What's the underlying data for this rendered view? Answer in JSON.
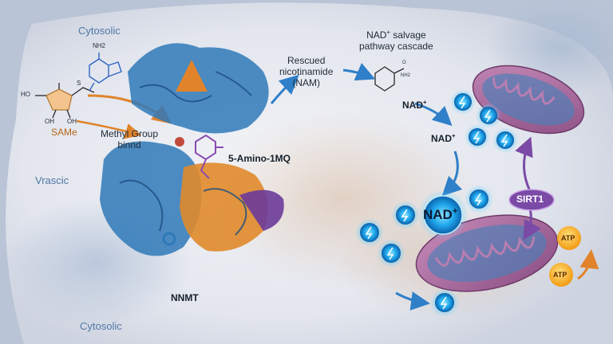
{
  "labels": {
    "cytosolic_top": "Cytosolic",
    "vrascic": "Vrascic",
    "cytosolic_bottom": "Cytosolic",
    "same": "SAMe",
    "methyl_line1": "Methyl Group",
    "methyl_line2": "binnd",
    "amino": "5-Amino-1MQ",
    "nnmt": "NNMT",
    "rescued_line1": "Rescued",
    "rescued_line2": "nicotinamide",
    "rescued_line3": "(NAM)",
    "salvage_pre": "NAD",
    "salvage_sup": "+",
    "salvage_post": " salvage",
    "salvage_line2": "pathway cascade",
    "nad1": "NAD",
    "nad1_sup": "+",
    "nad2": "NAD",
    "nad2_sup": "+",
    "nad_big": "NAD",
    "nad_big_sup": "+",
    "sirt1": "SIRT1",
    "atp1": "ATP",
    "atp2": "ATP"
  },
  "molecule_atoms": {
    "nh2": "NH2",
    "ho_left": "HO",
    "s": "S",
    "oh1": "OH",
    "oh2": "OH",
    "nam_nh2": "NH2",
    "nam_o": "O"
  },
  "colors": {
    "protein_blue": "#2f79b8",
    "protein_orange": "#e08a2a",
    "protein_purple": "#6b3b9a",
    "mito_fill": "#a86a9a",
    "nad_glow": "#1fa7ec",
    "sirt1": "#7a4aa6",
    "atp": "#f5a21a"
  }
}
